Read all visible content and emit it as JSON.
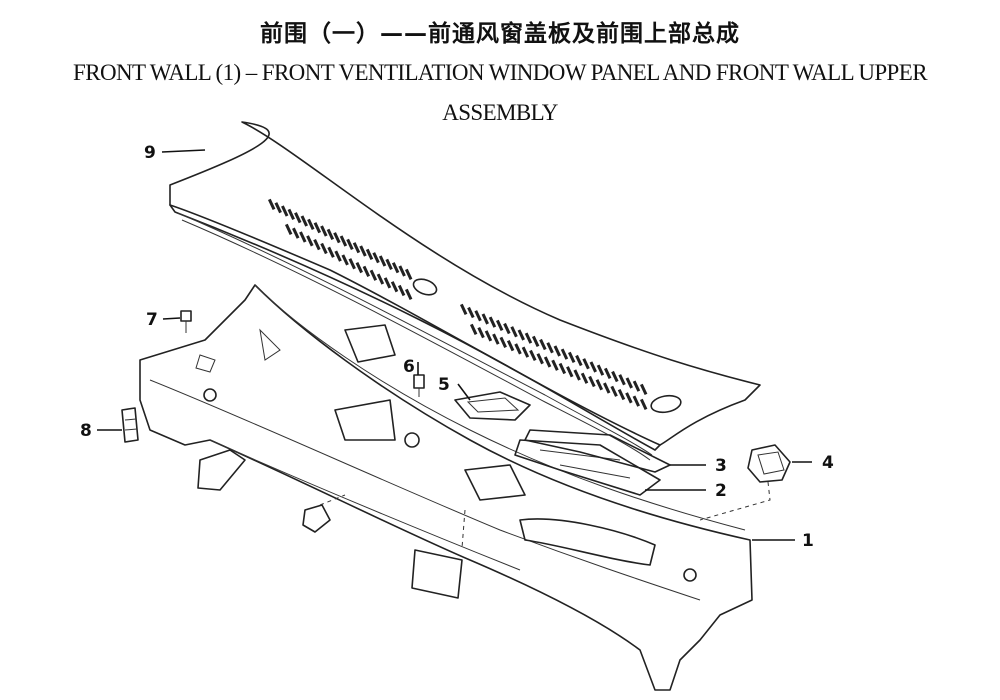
{
  "title": {
    "chinese": "前围（一）——前通风窗盖板及前围上部总成",
    "english_line1": "FRONT WALL (1) – FRONT VENTILATION WINDOW PANEL AND FRONT WALL UPPER",
    "english_line2": "ASSEMBLY"
  },
  "callouts": [
    {
      "id": "1",
      "label": "1"
    },
    {
      "id": "2",
      "label": "2"
    },
    {
      "id": "3",
      "label": "3"
    },
    {
      "id": "4",
      "label": "4"
    },
    {
      "id": "5",
      "label": "5"
    },
    {
      "id": "6",
      "label": "6"
    },
    {
      "id": "7",
      "label": "7"
    },
    {
      "id": "8",
      "label": "8"
    },
    {
      "id": "9",
      "label": "9"
    }
  ]
}
